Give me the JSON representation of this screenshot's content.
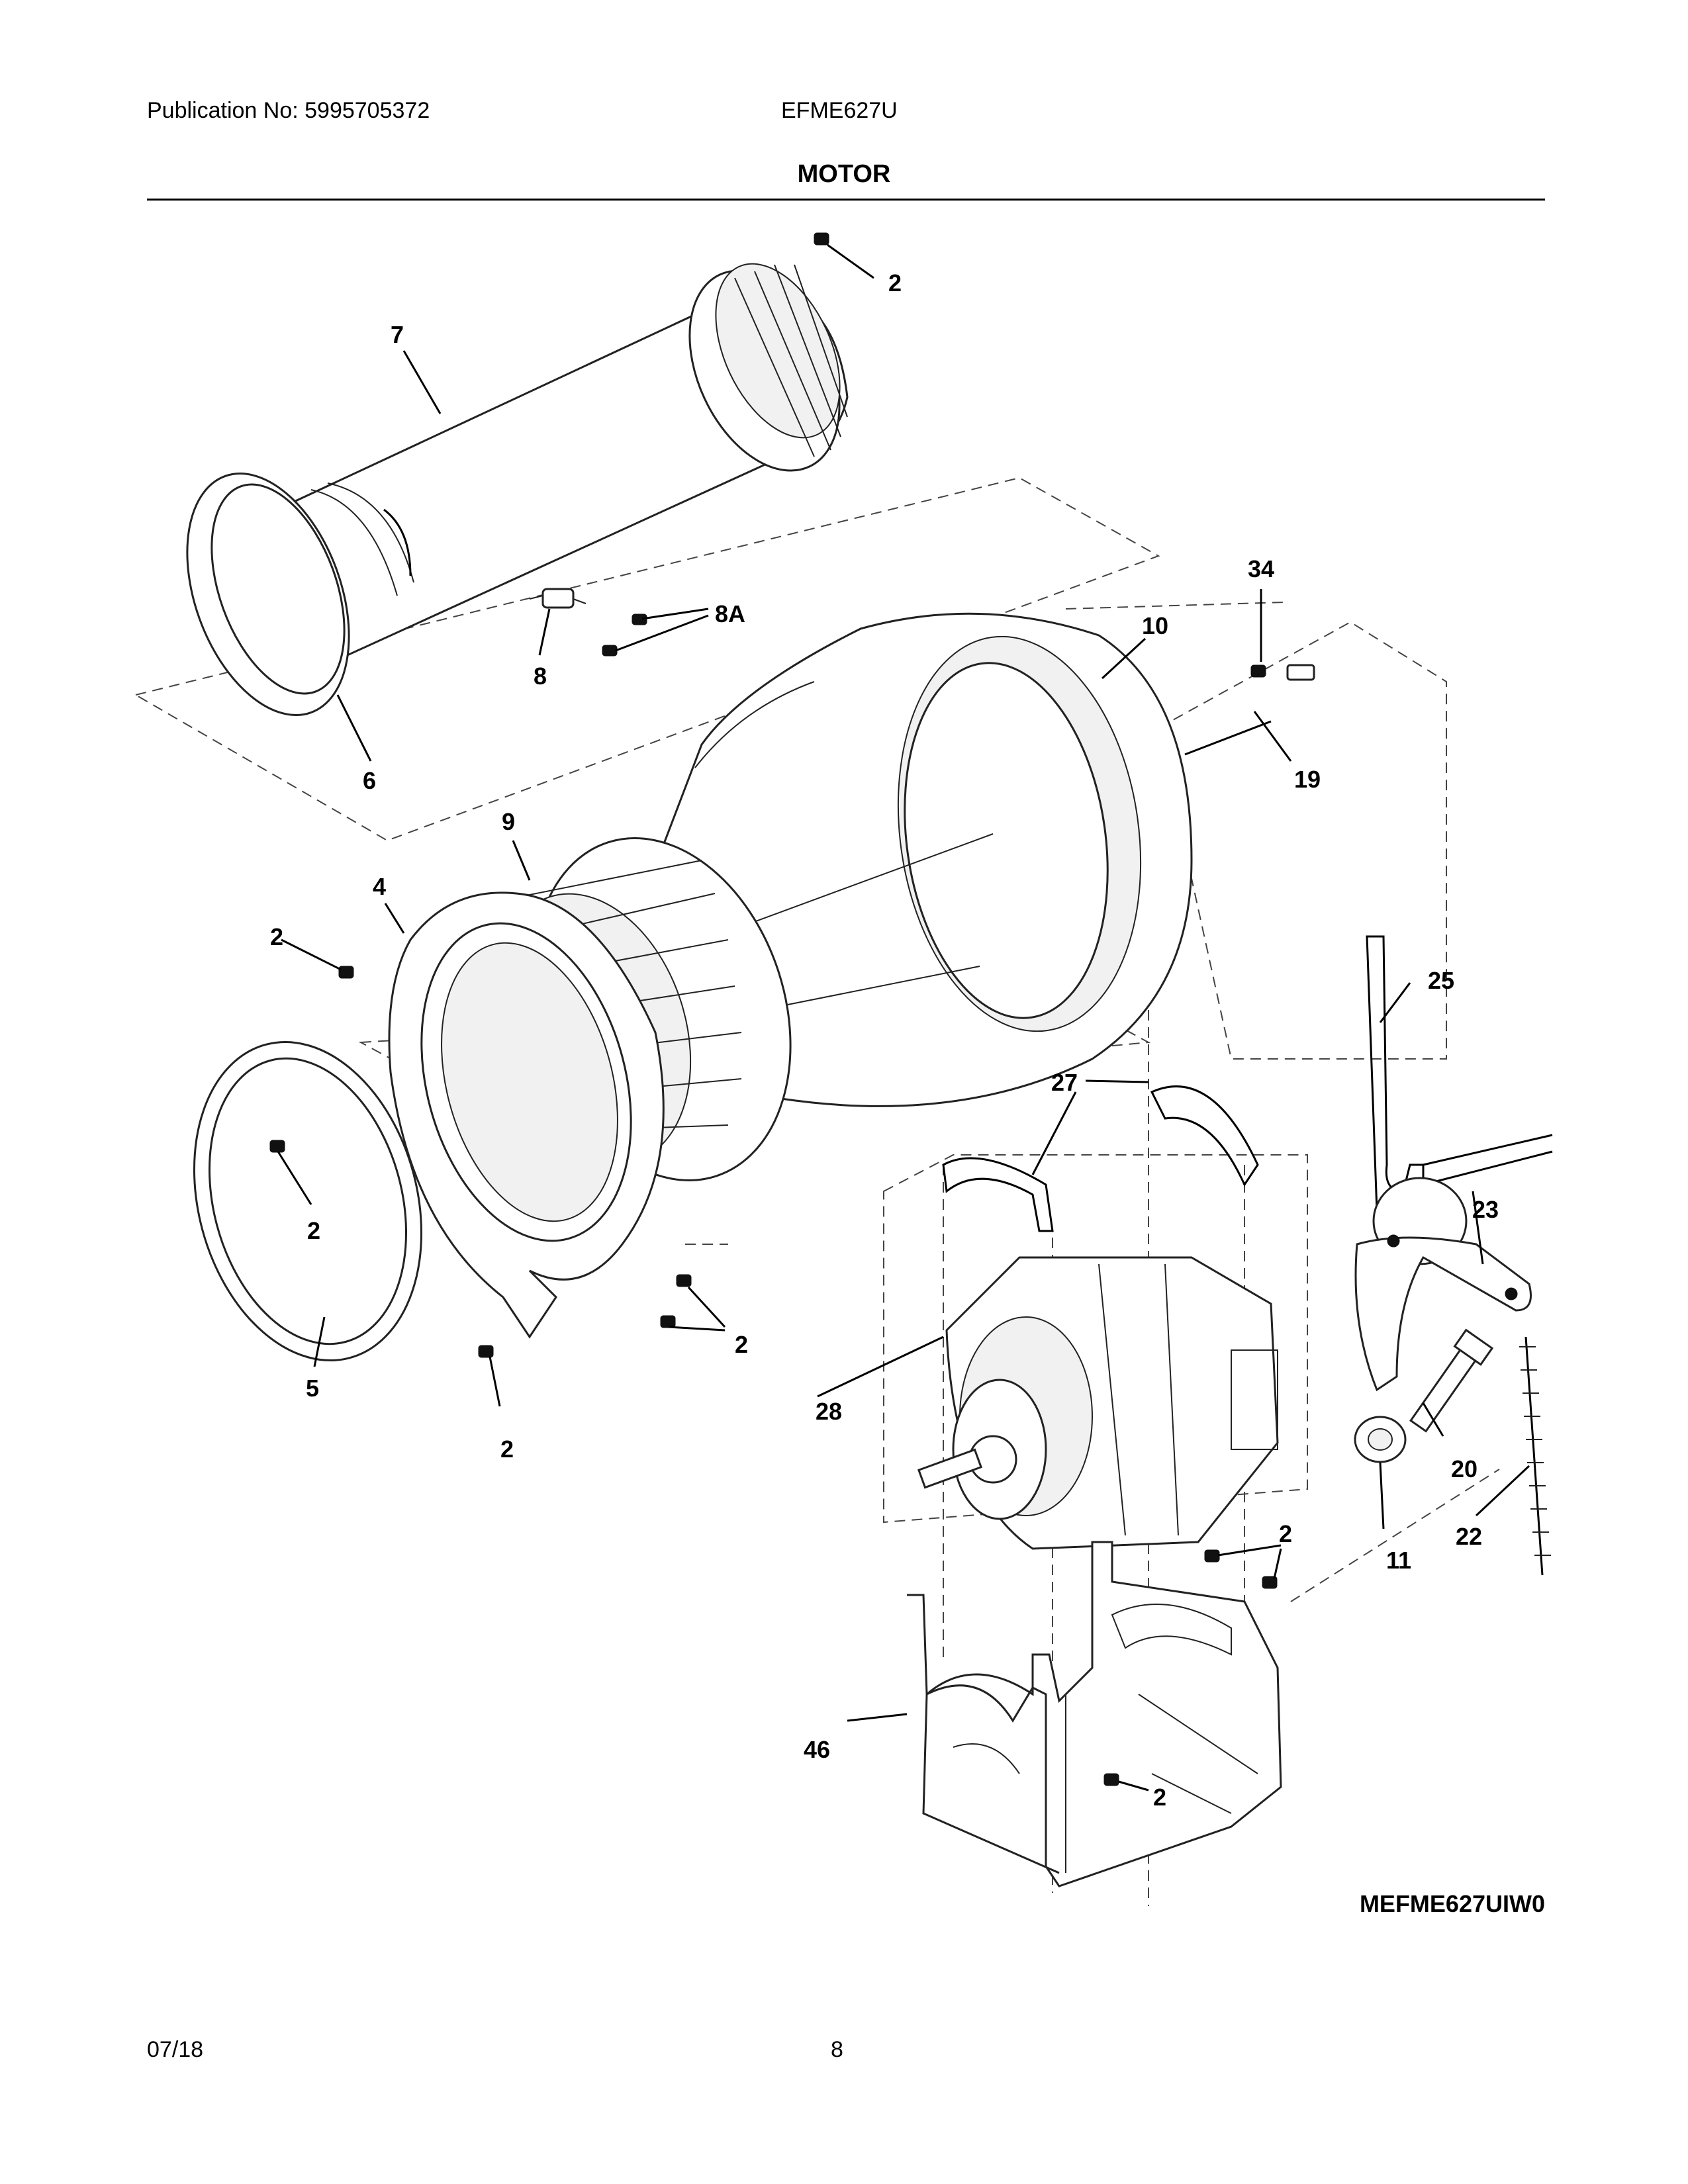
{
  "header": {
    "publication": "Publication No: 5995705372",
    "model": "EFME627U",
    "section_title": "MOTOR"
  },
  "figure_code": "MEFME627UIW0",
  "footer": {
    "date": "07/18",
    "page_number": "8"
  },
  "callouts": [
    {
      "id": "c2-top",
      "label": "2",
      "part": "screw"
    },
    {
      "id": "c7",
      "label": "7",
      "part": "drum-duct"
    },
    {
      "id": "c6",
      "label": "6",
      "part": "seal"
    },
    {
      "id": "c8",
      "label": "8",
      "part": "thermostat"
    },
    {
      "id": "c8a",
      "label": "8A",
      "part": "screws"
    },
    {
      "id": "c34",
      "label": "34",
      "part": "grommet"
    },
    {
      "id": "c10",
      "label": "10",
      "part": "blower-housing"
    },
    {
      "id": "c19",
      "label": "19",
      "part": "sensor"
    },
    {
      "id": "c9",
      "label": "9",
      "part": "blower-wheel"
    },
    {
      "id": "c4",
      "label": "4",
      "part": "housing-cover"
    },
    {
      "id": "c2-left",
      "label": "2",
      "part": "screw"
    },
    {
      "id": "c25",
      "label": "25",
      "part": "belt"
    },
    {
      "id": "c27",
      "label": "27",
      "part": "motor-strap"
    },
    {
      "id": "c2-ring",
      "label": "2",
      "part": "screw"
    },
    {
      "id": "c23",
      "label": "23",
      "part": "idler-arm"
    },
    {
      "id": "c5",
      "label": "5",
      "part": "seal"
    },
    {
      "id": "c2-cover",
      "label": "2",
      "part": "screw"
    },
    {
      "id": "c2-bottom",
      "label": "2",
      "part": "screw"
    },
    {
      "id": "c28",
      "label": "28",
      "part": "motor"
    },
    {
      "id": "c20",
      "label": "20",
      "part": "shoulder-bolt"
    },
    {
      "id": "c11",
      "label": "11",
      "part": "idler-pulley"
    },
    {
      "id": "c22",
      "label": "22",
      "part": "idler-spring"
    },
    {
      "id": "c2-motor",
      "label": "2",
      "part": "screw"
    },
    {
      "id": "c46",
      "label": "46",
      "part": "motor-mount"
    },
    {
      "id": "c2-mount",
      "label": "2",
      "part": "screw"
    }
  ],
  "colors": {
    "ink": "#000000",
    "paper": "#ffffff"
  }
}
